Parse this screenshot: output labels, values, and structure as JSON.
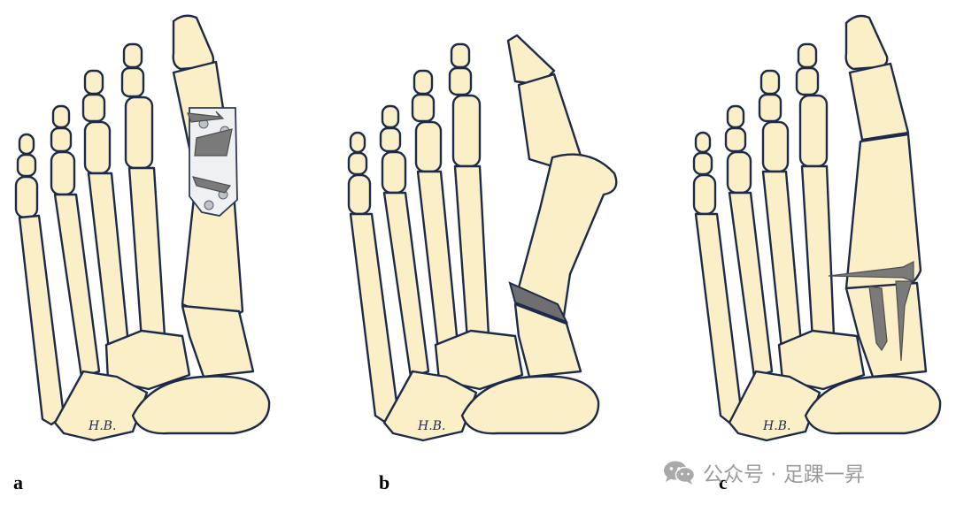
{
  "figure": {
    "panels": [
      {
        "label": "a",
        "signature": "H.B."
      },
      {
        "label": "b",
        "signature": "H.B."
      },
      {
        "label": "c",
        "signature": "H.B."
      }
    ],
    "watermark": {
      "text": "公众号 · 足踝一昇"
    },
    "colors": {
      "bone": "#fbefc8",
      "outline": "#1d2a4a",
      "hardware": "#7a7a7a",
      "watermark": "#9b9b9b"
    }
  }
}
